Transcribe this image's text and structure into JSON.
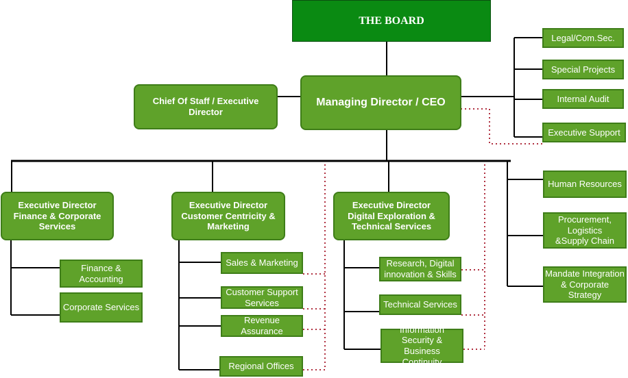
{
  "board": "THE BOARD",
  "ceo": "Managing Director / CEO",
  "chief_of_staff": "Chief Of Staff / Executive Director",
  "right_units": {
    "legal": "Legal/Com.Sec.",
    "special_projects": "Special Projects",
    "internal_audit": "Internal Audit",
    "executive_support": "Executive Support"
  },
  "executives": {
    "finance": "Executive Director Finance & Corporate Services",
    "customer": "Executive Director Customer Centricity & Marketing",
    "digital": "Executive Director Digital Exploration & Technical Services"
  },
  "finance_units": {
    "finance_accounting": "Finance & Accounting",
    "corporate_services": "Corporate Services"
  },
  "customer_units": {
    "sales": "Sales & Marketing",
    "support": "Customer Support Services",
    "revenue": "Revenue Assurance",
    "regional": "Regional Offices"
  },
  "digital_units": {
    "research": "Research, Digital innovation & Skills",
    "technical": "Technical Services",
    "infosec": "Information Security & Business Continuity"
  },
  "support_units": {
    "hr": "Human Resources",
    "procurement": "Procurement, Logistics &Supply Chain",
    "mandate": "Mandate Integration & Corporate Strategy"
  }
}
